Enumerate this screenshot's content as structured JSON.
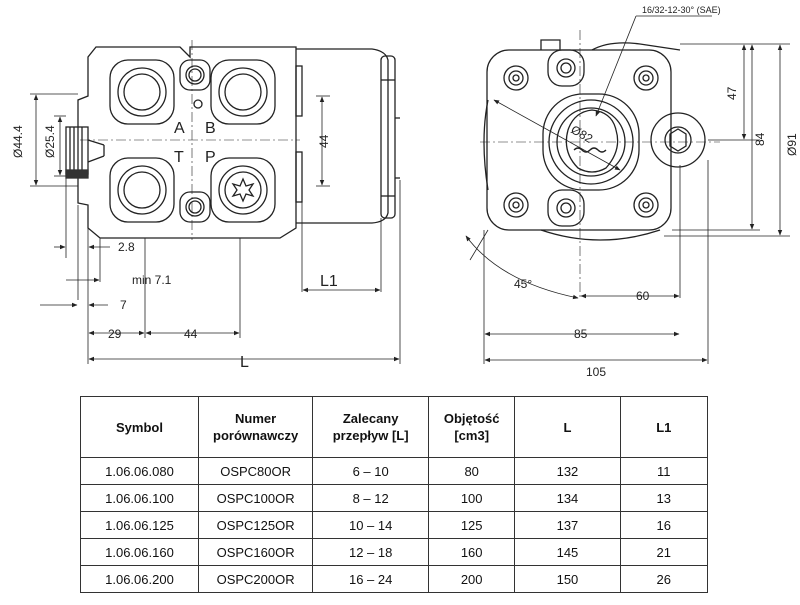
{
  "front_view": {
    "port_letters": [
      "A",
      "B",
      "T",
      "P"
    ],
    "dims": {
      "d44_4": "Ø44.4",
      "d25_4": "Ø25.4",
      "h44": "44",
      "x2_8": "2.8",
      "min7_1": "min 7.1",
      "x7": "7",
      "x29": "29",
      "x44": "44",
      "L1": "L1",
      "L": "L"
    }
  },
  "side_view": {
    "spline": "16/32-12-30° (SAE)",
    "shaft_dia": "Ø82",
    "dims": {
      "d47": "47",
      "d84": "84",
      "d91": "Ø91",
      "angle45": "45°",
      "d60": "60",
      "d85": "85",
      "d105": "105"
    }
  },
  "table": {
    "headers": {
      "symbol": "Symbol",
      "numer_1": "Numer",
      "numer_2": "porównawczy",
      "przeplyw_1": "Zalecany",
      "przeplyw_2": "przepływ [L]",
      "objetosc_1": "Objętość",
      "objetosc_2": "[cm3]",
      "l": "L",
      "l1": "L1"
    },
    "rows": [
      {
        "symbol": "1.06.06.080",
        "numer": "OSPC80OR",
        "przeplyw": "6 – 10",
        "objetosc": "80",
        "l": "132",
        "l1": "11"
      },
      {
        "symbol": "1.06.06.100",
        "numer": "OSPC100OR",
        "przeplyw": "8 – 12",
        "objetosc": "100",
        "l": "134",
        "l1": "13"
      },
      {
        "symbol": "1.06.06.125",
        "numer": "OSPC125OR",
        "przeplyw": "10 – 14",
        "objetosc": "125",
        "l": "137",
        "l1": "16"
      },
      {
        "symbol": "1.06.06.160",
        "numer": "OSPC160OR",
        "przeplyw": "12 – 18",
        "objetosc": "160",
        "l": "145",
        "l1": "21"
      },
      {
        "symbol": "1.06.06.200",
        "numer": "OSPC200OR",
        "przeplyw": "16 – 24",
        "objetosc": "200",
        "l": "150",
        "l1": "26"
      }
    ]
  }
}
